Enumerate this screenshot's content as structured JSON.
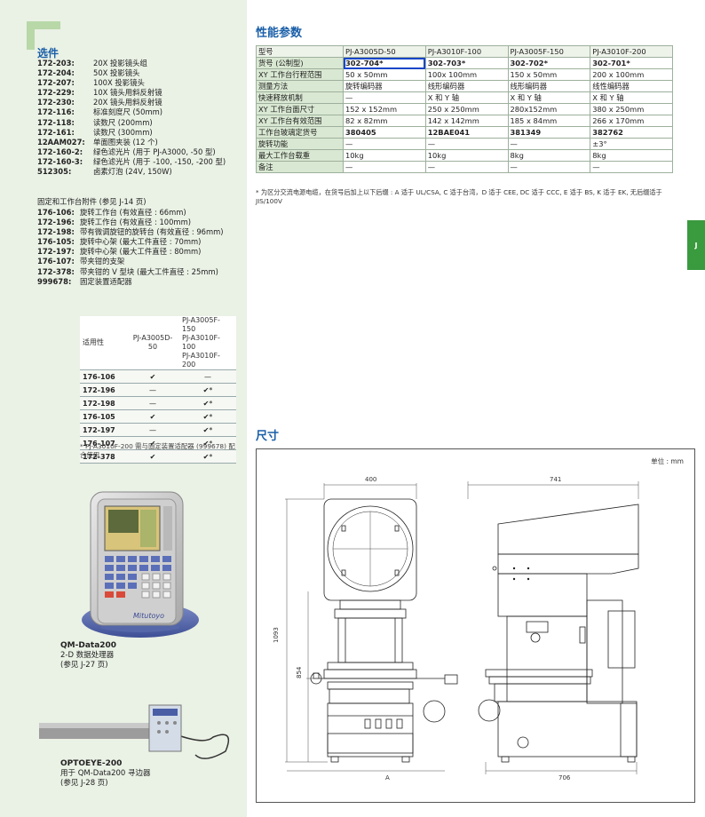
{
  "options": {
    "title": "选件",
    "items": [
      {
        "code": "172-203",
        "desc": "20X 投影镜头组"
      },
      {
        "code": "172-204",
        "desc": "50X 投影镜头"
      },
      {
        "code": "172-207",
        "desc": "100X 投影镜头"
      },
      {
        "code": "172-229",
        "desc": "10X 镜头用斜反射镜"
      },
      {
        "code": "172-230",
        "desc": "20X 镜头用斜反射镜"
      },
      {
        "code": "172-116",
        "desc": "标准刻度尺 (50mm)"
      },
      {
        "code": "172-118",
        "desc": "读数尺 (200mm)"
      },
      {
        "code": "172-161",
        "desc": "读数尺 (300mm)"
      },
      {
        "code": "12AAM027",
        "desc": "单面图夹装 (12 个)"
      },
      {
        "code": "172-160-2",
        "desc": "绿色滤光片 (用于 PJ-A3000, -50 型)"
      },
      {
        "code": "172-160-3",
        "desc": "绿色滤光片 (用于 -100, -150, -200 型)"
      },
      {
        "code": "512305",
        "desc": "卤素灯泡 (24V, 150W)"
      }
    ],
    "fixtures_title": "固定和工作台附件 (参见 J-14 页)",
    "fixtures": [
      {
        "code": "176-106",
        "desc": "旋转工作台 (有效直径 : 66mm)"
      },
      {
        "code": "172-196",
        "desc": "旋转工作台 (有效直径 : 100mm)"
      },
      {
        "code": "172-198",
        "desc": "带有微调旋钮的旋转台 (有效直径 : 96mm)"
      },
      {
        "code": "176-105",
        "desc": "旋转中心架 (最大工件直径 : 70mm)"
      },
      {
        "code": "172-197",
        "desc": "旋转中心架 (最大工件直径 : 80mm)"
      },
      {
        "code": "176-107",
        "desc": "带夹钳的支架"
      },
      {
        "code": "172-378",
        "desc": "带夹钳的 V 型块 (最大工件直径 : 25mm)"
      },
      {
        "code": "999678",
        "desc": "固定装置适配器"
      }
    ]
  },
  "compat": {
    "head_label": "适用性",
    "head_col1": "PJ-A3005D-50",
    "head_col2": [
      "PJ-A3005F-150",
      "PJ-A3010F-100",
      "PJ-A3010F-200"
    ],
    "rows": [
      {
        "code": "176-106",
        "a": "✔",
        "b": "—"
      },
      {
        "code": "172-196",
        "a": "—",
        "b": "✔*"
      },
      {
        "code": "172-198",
        "a": "—",
        "b": "✔*"
      },
      {
        "code": "176-105",
        "a": "✔",
        "b": "✔*"
      },
      {
        "code": "172-197",
        "a": "—",
        "b": "✔*"
      },
      {
        "code": "176-107",
        "a": "✔",
        "b": "✔*"
      },
      {
        "code": "172-378",
        "a": "✔",
        "b": "✔*"
      }
    ],
    "note": "* PJ-A3010F-200 需与固定装置适配器 (999678) 配合使用"
  },
  "products": [
    {
      "name": "QM-Data200",
      "line1": "2-D 数据处理器",
      "line2": "(参见 J-27 页)",
      "screen_brand": "Mitutoyo"
    },
    {
      "name": "OPTOEYE-200",
      "line1": "用于 QM-Data200 寻边器",
      "line2": "(参见 J-28 页)"
    }
  ],
  "specs": {
    "title": "性能参数",
    "columns": [
      "型号",
      "PJ-A3005D-50",
      "PJ-A3010F-100",
      "PJ-A3005F-150",
      "PJ-A3010F-200"
    ],
    "rows": [
      {
        "label": "货号 (公制型)",
        "values": [
          "302-704*",
          "302-703*",
          "302-702*",
          "302-701*"
        ],
        "bold": true
      },
      {
        "label": "XY 工作台行程范围",
        "values": [
          "50 x 50mm",
          "100x 100mm",
          "150 x 50mm",
          "200 x 100mm"
        ]
      },
      {
        "label": "测量方法",
        "values": [
          "旋转编码器",
          "线形编码器",
          "线形编码器",
          "线性编码器"
        ]
      },
      {
        "label": "快速释放机制",
        "values": [
          "—",
          "X 和 Y 轴",
          "X 和 Y 轴",
          "X 和 Y 轴"
        ]
      },
      {
        "label": "XY 工作台面尺寸",
        "values": [
          "152 x 152mm",
          "250 x 250mm",
          "280x152mm",
          "380 x 250mm"
        ]
      },
      {
        "label": "XY 工作台有效范围",
        "values": [
          "82 x 82mm",
          "142 x 142mm",
          "185 x 84mm",
          "266 x 170mm"
        ]
      },
      {
        "label": "工作台玻璃定货号",
        "values": [
          "380405",
          "12BAE041",
          "381349",
          "382762"
        ],
        "bold": true
      },
      {
        "label": "旋转功能",
        "values": [
          "—",
          "—",
          "—",
          "±3°"
        ]
      },
      {
        "label": "最大工作台载重",
        "values": [
          "10kg",
          "10kg",
          "8kg",
          "8kg"
        ]
      },
      {
        "label": "备注",
        "values": [
          "—",
          "—",
          "—",
          "—"
        ]
      }
    ],
    "note": "* 为区分交流电源电缆，在货号后加上以下后缀 : A 适于 UL/CSA, C 适于台湾，D 适于 CEE, DC 适于 CCC, E 适于 BS, K 适于 EK, 无后缀适于 JIS/100V"
  },
  "side_tab": "J",
  "dimensions": {
    "title": "尺寸",
    "unit": "单位 : mm",
    "labels": {
      "front_width": "400",
      "side_width": "741",
      "total_height": "1093",
      "table_height": "854",
      "base_a": "A",
      "base_depth": "706"
    }
  }
}
